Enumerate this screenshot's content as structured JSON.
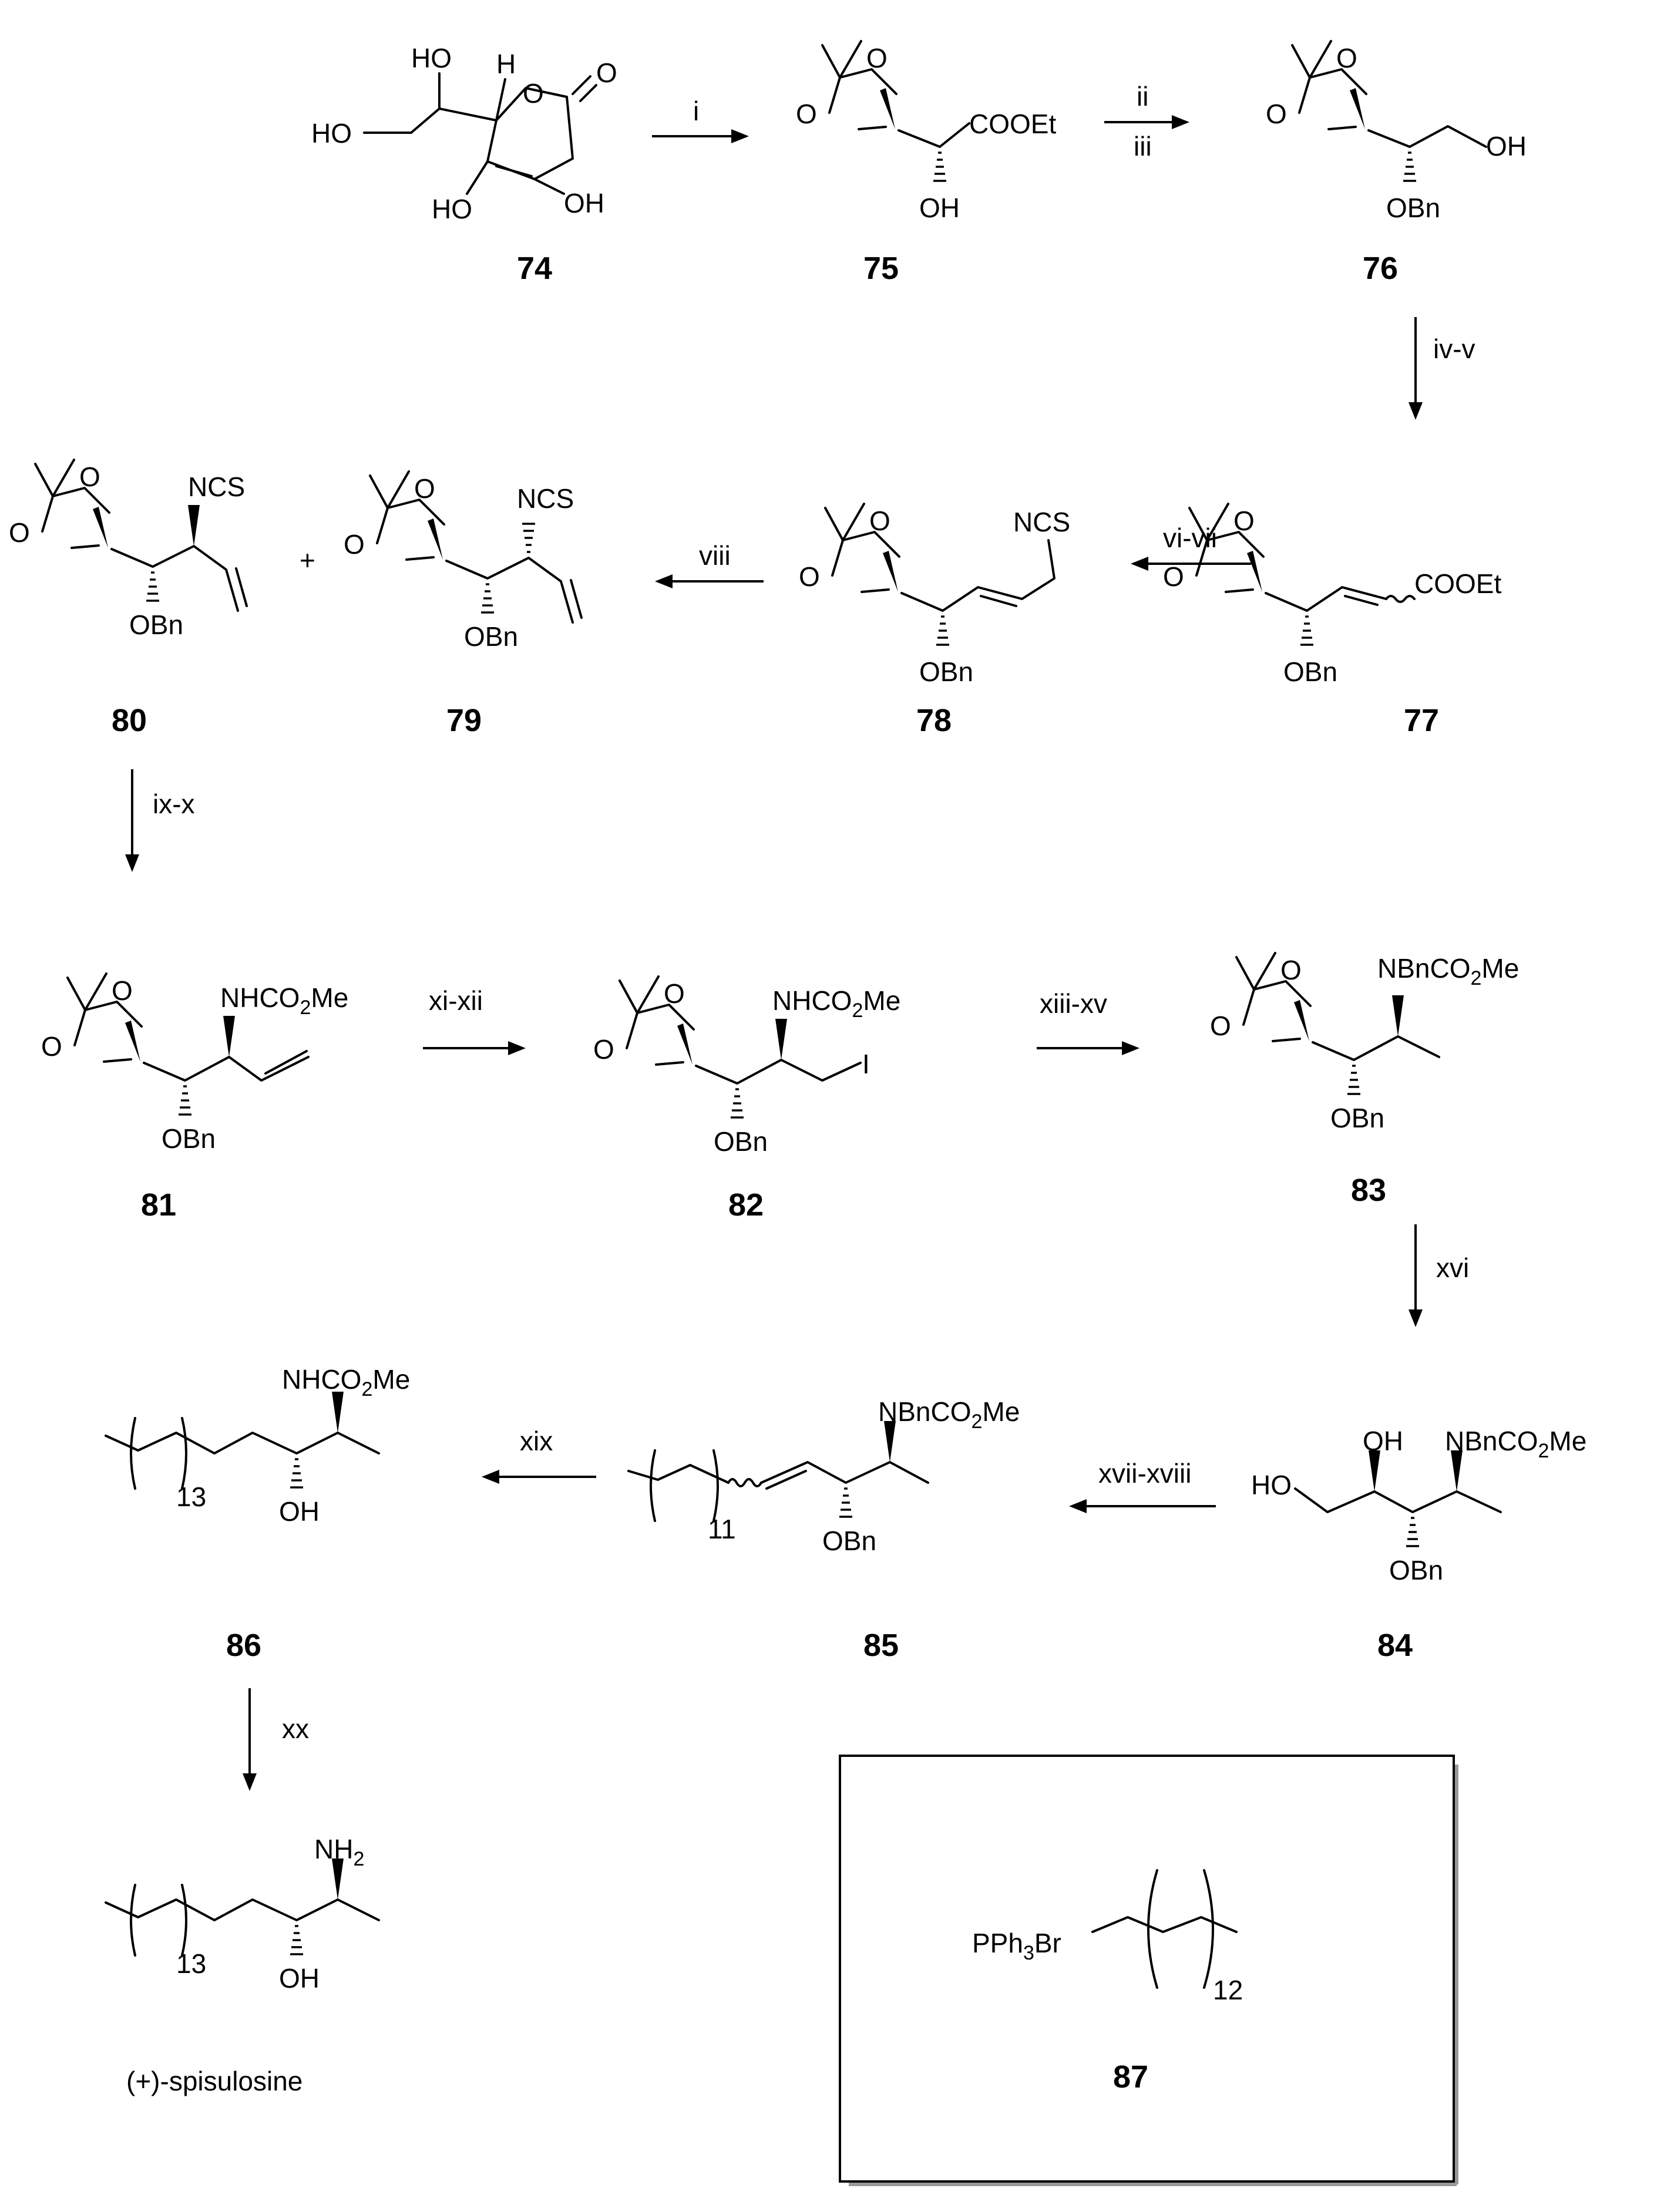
{
  "compounds": {
    "c74": "74",
    "c75": "75",
    "c76": "76",
    "c77": "77",
    "c78": "78",
    "c79": "79",
    "c80": "80",
    "c81": "81",
    "c82": "82",
    "c83": "83",
    "c84": "84",
    "c85": "85",
    "c86": "86",
    "c87": "87"
  },
  "conditions": {
    "i": "i",
    "ii": "ii",
    "iii": "iii",
    "iv_v": "iv-v",
    "vi_vii": "vi-vii",
    "viii": "viii",
    "ix_x": "ix-x",
    "xi_xii": "xi-xii",
    "xiii_xv": "xiii-xv",
    "xvi": "xvi",
    "xvii_xviii": "xvii-xviii",
    "xix": "xix",
    "xx": "xx"
  },
  "labels": {
    "HO": "HO",
    "OH": "OH",
    "H": "H",
    "O": "O",
    "COOEt": "COOEt",
    "OBn": "OBn",
    "NCS": "NCS",
    "plus": "+",
    "NHCO2Me_main": "NHCO",
    "NBnCO2Me_main": "NBnCO",
    "sub2": "2",
    "Me": "Me",
    "I": "I",
    "n13": "13",
    "n11": "11",
    "n12": "12",
    "NH": "NH",
    "PPh": "PPh",
    "sub3": "3",
    "Br": "Br"
  },
  "product_name": "(+)-spisulosine"
}
